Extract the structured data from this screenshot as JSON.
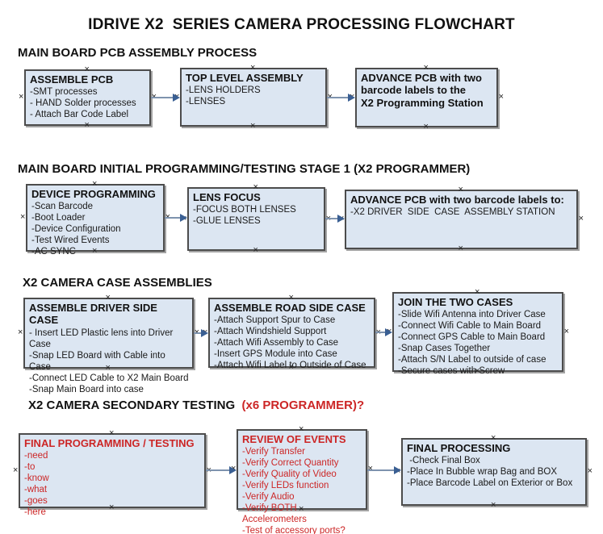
{
  "title": "IDRIVE X2  SERIES CAMERA PROCESSING FLOWCHART",
  "icons": {
    "anchor": "×"
  },
  "colors": {
    "box_fill": "#dce6f2",
    "box_border": "#4c4c4c",
    "arrow_line": "#7e93ae",
    "arrow_head": "#3a5f93",
    "red_text": "#cc2626",
    "black_text": "#111111"
  },
  "sections": [
    {
      "heading": "MAIN BOARD PCB ASSEMBLY PROCESS",
      "heading_suffix": "",
      "boxes": [
        {
          "title": "ASSEMBLE PCB",
          "color": "black",
          "items": [
            "-SMT processes",
            "- HAND Solder processes",
            "- Attach Bar Code Label"
          ]
        },
        {
          "title": "TOP LEVEL ASSEMBLY",
          "color": "black",
          "items": [
            "-LENS HOLDERS",
            "-LENSES"
          ]
        },
        {
          "title": "ADVANCE PCB with two\nbarcode labels to the\n X2 Programming Station",
          "color": "black",
          "items": []
        }
      ]
    },
    {
      "heading": "MAIN BOARD INITIAL PROGRAMMING/TESTING STAGE 1 (X2 PROGRAMMER)",
      "heading_suffix": "",
      "boxes": [
        {
          "title": "DEVICE PROGRAMMING",
          "color": "black",
          "items": [
            "-Scan Barcode",
            "-Boot Loader",
            "-Device Configuration",
            "-Test Wired Events",
            "-AC SYNC"
          ]
        },
        {
          "title": "LENS FOCUS",
          "color": "black",
          "items": [
            "-FOCUS BOTH LENSES",
            "-GLUE LENSES"
          ]
        },
        {
          "title": "ADVANCE PCB with two barcode labels to:",
          "color": "black",
          "items": [
            "-X2 DRIVER  SIDE  CASE  ASSEMBLY STATION"
          ]
        }
      ]
    },
    {
      "heading": "X2 CAMERA CASE ASSEMBLIES",
      "heading_suffix": "",
      "boxes": [
        {
          "title": "ASSEMBLE DRIVER SIDE CASE",
          "color": "black",
          "items": [
            "- Insert LED Plastic lens into Driver Case",
            "-Snap LED Board with Cable into Case",
            "-Connect LED Cable to X2 Main Board",
            "-Snap Main Board into case"
          ]
        },
        {
          "title": "ASSEMBLE ROAD SIDE CASE",
          "color": "black",
          "items": [
            "-Attach Support Spur to Case",
            "-Attach Windshield Support",
            "-Attach Wifi Assembly to Case",
            "-Insert GPS Module into Case",
            "-Attach Wifi Label to Outside of Case"
          ]
        },
        {
          "title": "JOIN THE TWO CASES",
          "color": "black",
          "items": [
            "-Slide Wifi Antenna into Driver Case",
            "-Connect Wifi Cable to Main Board",
            "-Connect GPS Cable to Main Board",
            "-Snap Cases Together",
            "-Attach S/N Label to outside of case",
            "-Secure cases with Screw"
          ]
        }
      ]
    },
    {
      "heading": "X2 CAMERA SECONDARY TESTING  ",
      "heading_suffix": "(x6 PROGRAMMER)?",
      "boxes": [
        {
          "title": "FINAL PROGRAMMING / TESTING",
          "color": "red",
          "items": [
            "-need",
            "-to",
            "-know",
            "-what",
            "-goes",
            "-here"
          ]
        },
        {
          "title": "REVIEW OF EVENTS",
          "color": "red",
          "items": [
            "-Verify Transfer",
            "-Verify Correct Quantity",
            "-Verify Quality of Video",
            "-Verify LEDs function",
            "-Verify Audio",
            "-Verify BOTH Accelerometers",
            "-Test of accessory ports?"
          ]
        },
        {
          "title": "FINAL PROCESSING",
          "color": "black",
          "items": [
            " -Check Final Box",
            "-Place In Bubble wrap Bag and BOX",
            "-Place Barcode Label on Exterior or Box"
          ]
        }
      ]
    }
  ]
}
